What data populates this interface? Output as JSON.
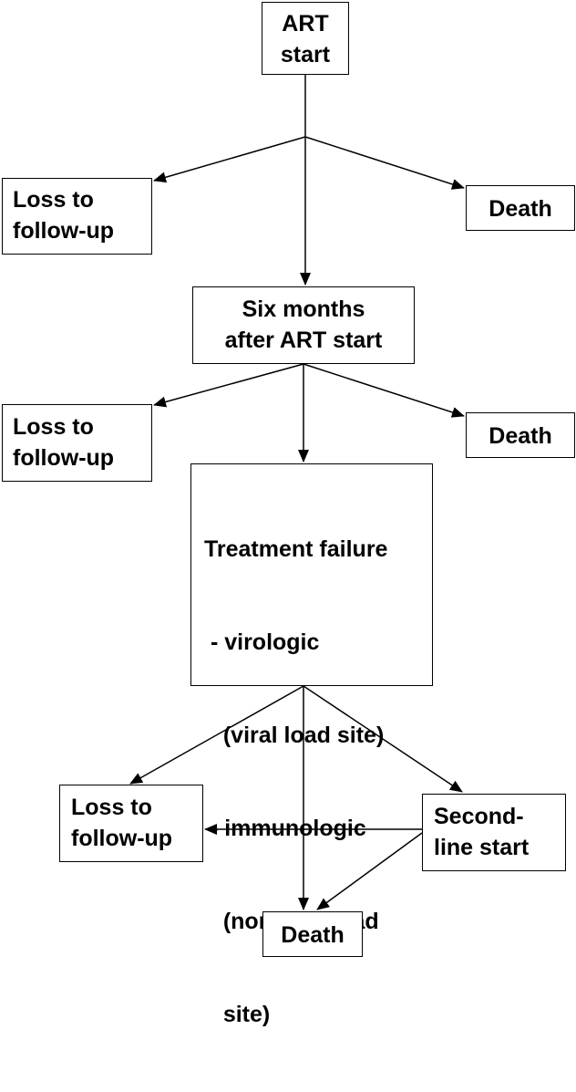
{
  "nodes": {
    "art_start": {
      "lines": [
        "ART",
        "start"
      ]
    },
    "loss_1": {
      "lines": [
        "Loss to",
        "follow-up"
      ]
    },
    "death_1": {
      "lines": [
        "Death"
      ]
    },
    "six_months": {
      "lines": [
        "Six months",
        "after ART start"
      ]
    },
    "loss_2": {
      "lines": [
        "Loss to",
        "follow-up"
      ]
    },
    "death_2": {
      "lines": [
        "Death"
      ]
    },
    "treatment_failure": {
      "lines": [
        "Treatment failure",
        " - virologic",
        "   (viral load site)",
        " - immunologic",
        "   (non viral load",
        "   site)"
      ]
    },
    "loss_3": {
      "lines": [
        "Loss to",
        "follow-up"
      ]
    },
    "second_line": {
      "lines": [
        "Second-",
        "line start"
      ]
    },
    "death_3": {
      "lines": [
        "Death"
      ]
    }
  },
  "edges": [
    {
      "from": "art_start",
      "to": "loss_1"
    },
    {
      "from": "art_start",
      "to": "death_1"
    },
    {
      "from": "art_start",
      "to": "six_months"
    },
    {
      "from": "six_months",
      "to": "loss_2"
    },
    {
      "from": "six_months",
      "to": "death_2"
    },
    {
      "from": "six_months",
      "to": "treatment_failure"
    },
    {
      "from": "treatment_failure",
      "to": "loss_3"
    },
    {
      "from": "treatment_failure",
      "to": "death_3"
    },
    {
      "from": "treatment_failure",
      "to": "second_line"
    },
    {
      "from": "second_line",
      "to": "loss_3"
    },
    {
      "from": "second_line",
      "to": "death_3"
    }
  ],
  "colors": {
    "line": "#000000",
    "box_border": "#000000",
    "text": "#000000",
    "background": "#ffffff"
  }
}
